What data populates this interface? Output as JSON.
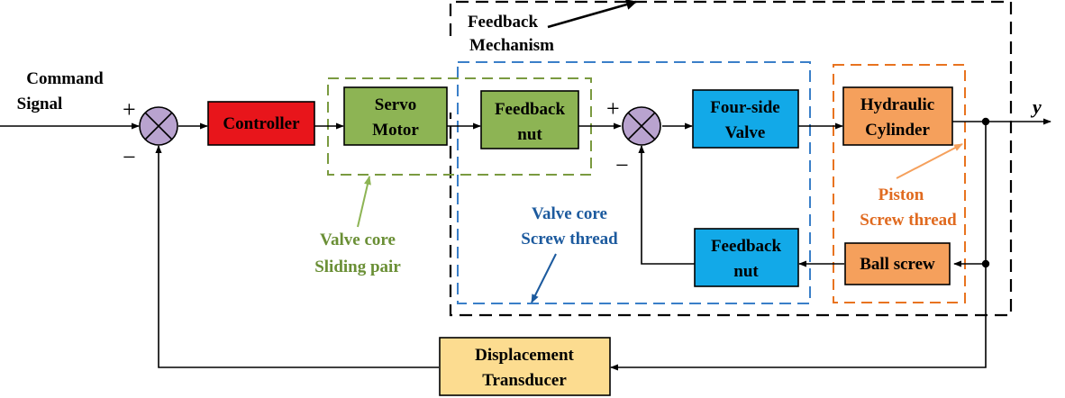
{
  "blocks": {
    "controller": "Controller",
    "servo_motor": [
      "Servo",
      "Motor"
    ],
    "feedback_nut_top": [
      "Feedback",
      "nut"
    ],
    "four_side_valve": [
      "Four-side",
      "Valve"
    ],
    "hydraulic_cylinder": [
      "Hydraulic",
      "Cylinder"
    ],
    "feedback_nut_bottom": [
      "Feedback",
      "nut"
    ],
    "ball_screw": "Ball screw",
    "displacement_transducer": [
      "Displacement",
      "Transducer"
    ]
  },
  "labels": {
    "command_signal": [
      "Command",
      "Signal"
    ],
    "output": "y",
    "feedback_mechanism": [
      "Feedback",
      "Mechanism"
    ],
    "valve_core_sliding": [
      "Valve core",
      "Sliding pair"
    ],
    "valve_core_screw": [
      "Valve core",
      "Screw thread"
    ],
    "piston_screw": [
      "Piston",
      "Screw thread"
    ]
  },
  "signs": {
    "plus": "+",
    "minus": "−"
  },
  "colors": {
    "controller": "#e8151b",
    "servo": "#8db454",
    "valve": "#12a9e8",
    "cylinder": "#f5a05c",
    "transducer": "#fcdc90",
    "summer": "#b9a3cf",
    "green_label": "#6a8f35",
    "blue_label": "#1c5a9e",
    "orange_label": "#e06a1f",
    "green_dash": "#7a9a40",
    "blue_dash": "#3a7fc8",
    "orange_dash": "#e8731f"
  }
}
